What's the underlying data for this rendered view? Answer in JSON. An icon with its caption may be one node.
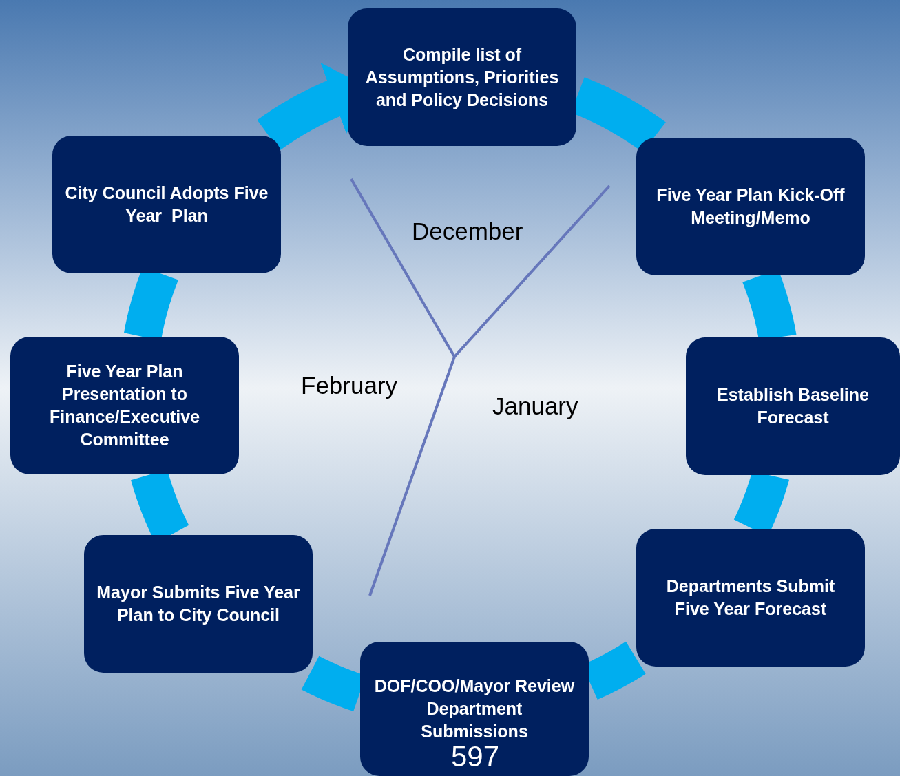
{
  "diagram": {
    "nodes": [
      {
        "text": [
          "Compile list of Assumptions, Priorities and Policy Decisions"
        ]
      },
      {
        "text": [
          "Five Year Plan Kick-Off Meeting/Memo"
        ]
      },
      {
        "text": [
          "Establish Baseline Forecast"
        ]
      },
      {
        "text": [
          "Departments Submit Five Year Forecast"
        ]
      },
      {
        "text": [
          "DOF/COO/Mayor Review Department Submissions"
        ]
      },
      {
        "text": [
          "Mayor Submits Five Year Plan to City Council"
        ]
      },
      {
        "text": [
          "Five Year Plan Presentation to Finance/Executive Committee"
        ]
      },
      {
        "text": [
          "City Council Adopts Five Year  Plan"
        ]
      }
    ],
    "edges": [
      {
        "from": 0,
        "to": 1,
        "arrow": "none"
      },
      {
        "from": 1,
        "to": 2,
        "arrow": "none"
      },
      {
        "from": 2,
        "to": 3,
        "arrow": "none"
      },
      {
        "from": 3,
        "to": 4,
        "arrow": "none"
      },
      {
        "from": 4,
        "to": 5,
        "arrow": "none"
      },
      {
        "from": 5,
        "to": 6,
        "arrow": "none"
      },
      {
        "from": 6,
        "to": 7,
        "arrow": "none"
      },
      {
        "from": 7,
        "to": 0,
        "arrow": "to"
      }
    ],
    "labels": [
      "December",
      "February",
      "January",
      "597"
    ]
  }
}
